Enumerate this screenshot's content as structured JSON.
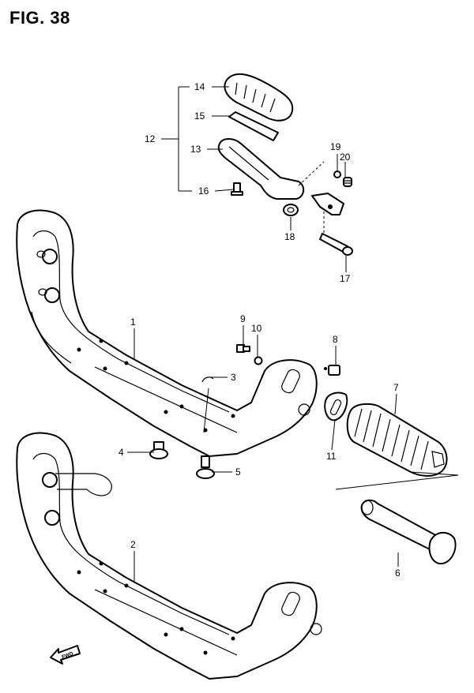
{
  "figure": {
    "title": "FIG. 38"
  },
  "fwd_label": "FWD",
  "callouts": {
    "c1": "1",
    "c2": "2",
    "c3": "3",
    "c4": "4",
    "c5": "5",
    "c6": "6",
    "c7": "7",
    "c8": "8",
    "c9": "9",
    "c10": "10",
    "c11": "11",
    "c12": "12",
    "c13": "13",
    "c14": "14",
    "c15": "15",
    "c16": "16",
    "c17": "17",
    "c18": "18",
    "c19": "19",
    "c20": "20"
  }
}
